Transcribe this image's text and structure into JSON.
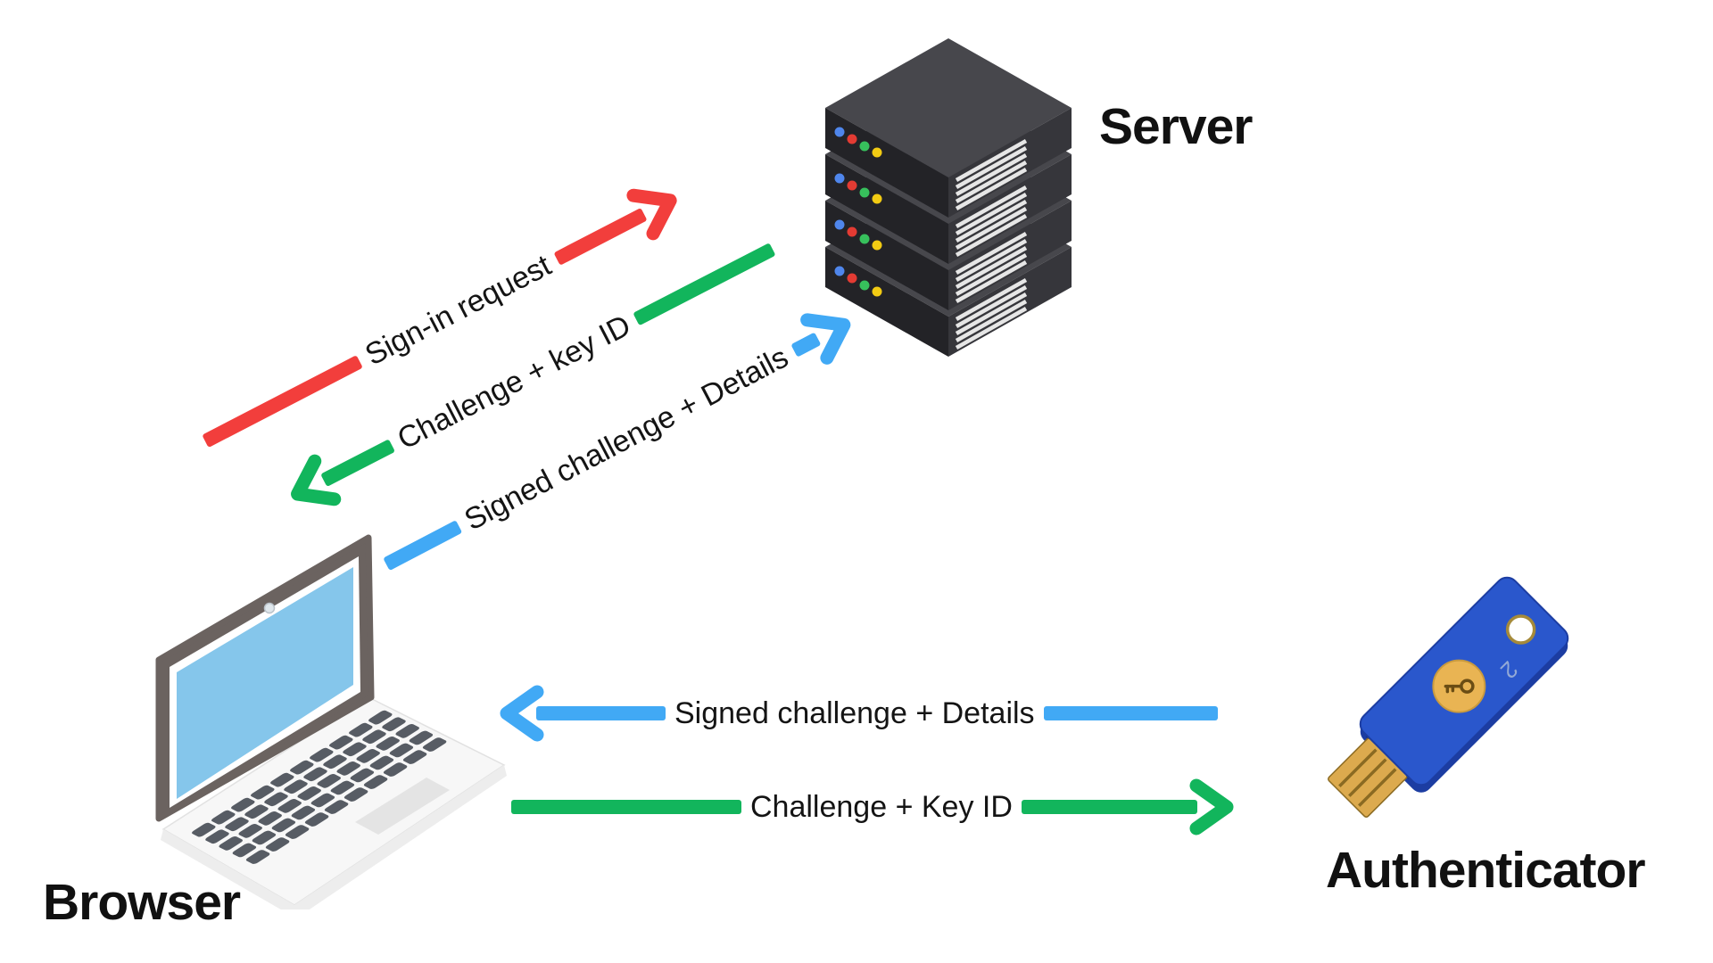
{
  "diagram": {
    "background": "#ffffff",
    "nodes": {
      "server": {
        "label": "Server"
      },
      "browser": {
        "label": "Browser"
      },
      "authenticator": {
        "label": "Authenticator",
        "key_marking": "2"
      }
    },
    "arrows": [
      {
        "label": "Sign-in request",
        "from": "browser",
        "to": "server",
        "color": "#f23e3c",
        "direction": "up-right"
      },
      {
        "label": "Challenge + key ID",
        "from": "server",
        "to": "browser",
        "color": "#12b55c",
        "direction": "down-left"
      },
      {
        "label": "Signed challenge + Details",
        "from": "browser",
        "to": "server",
        "color": "#41a9f5",
        "direction": "up-right"
      },
      {
        "label": "Signed challenge + Details",
        "from": "authenticator",
        "to": "browser",
        "color": "#41a9f5",
        "direction": "left"
      },
      {
        "label": "Challenge + Key ID",
        "from": "browser",
        "to": "authenticator",
        "color": "#12b55c",
        "direction": "right"
      }
    ],
    "illustration_colors": {
      "server_top": "#47474c",
      "server_front": "#232327",
      "server_side": "#36363b",
      "server_leds": [
        "#4f86ec",
        "#e33b33",
        "#37c05c",
        "#f2cb13"
      ],
      "laptop_screen": "#85c6eb",
      "laptop_frame": "#6b6360",
      "laptop_body": "#f7f7f7",
      "laptop_keys": "#575c64",
      "authenticator_body": "#2a57cc",
      "authenticator_gold": "#e9b453"
    }
  }
}
